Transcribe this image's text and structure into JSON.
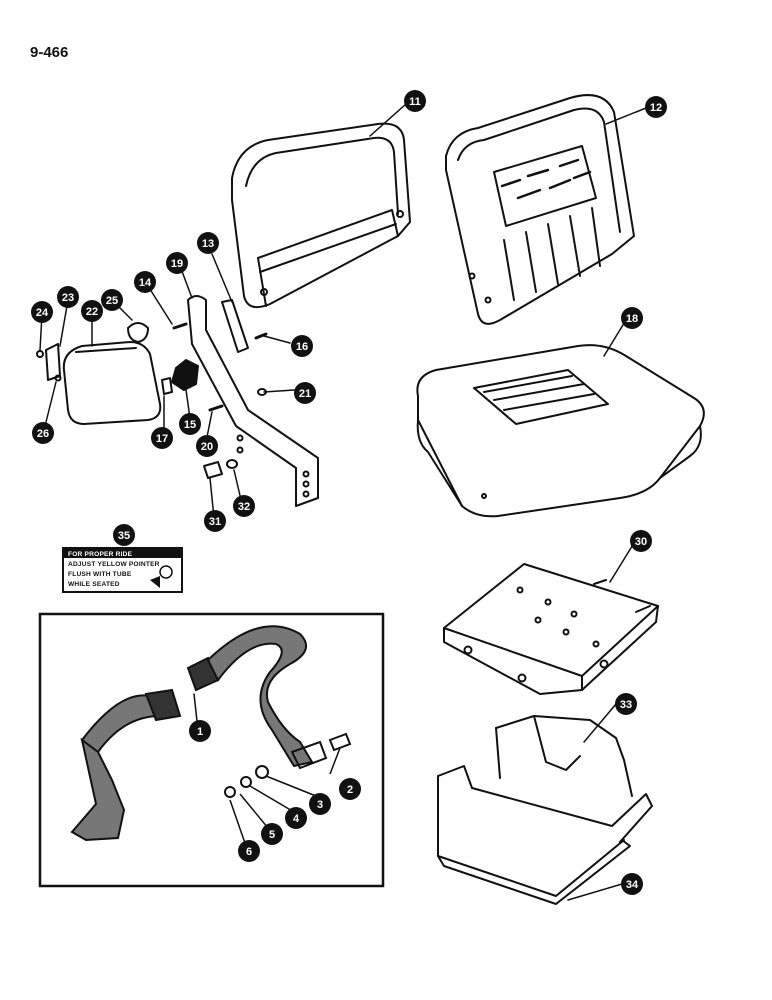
{
  "page_number": "9-466",
  "decal": {
    "callout": "35",
    "lines": [
      "FOR PROPER RIDE",
      "ADJUST YELLOW POINTER",
      "FLUSH WITH TUBE",
      "WHILE SEATED"
    ]
  },
  "callouts": {
    "c1": "1",
    "c2": "2",
    "c3": "3",
    "c4": "4",
    "c5": "5",
    "c6": "6",
    "c11": "11",
    "c12": "12",
    "c13": "13",
    "c14": "14",
    "c15": "15",
    "c16": "16",
    "c17": "17",
    "c18": "18",
    "c19": "19",
    "c20": "20",
    "c21": "21",
    "c22": "22",
    "c23": "23",
    "c24": "24",
    "c25": "25",
    "c26": "26",
    "c30": "30",
    "c31": "31",
    "c32": "32",
    "c33": "33",
    "c34": "34"
  }
}
